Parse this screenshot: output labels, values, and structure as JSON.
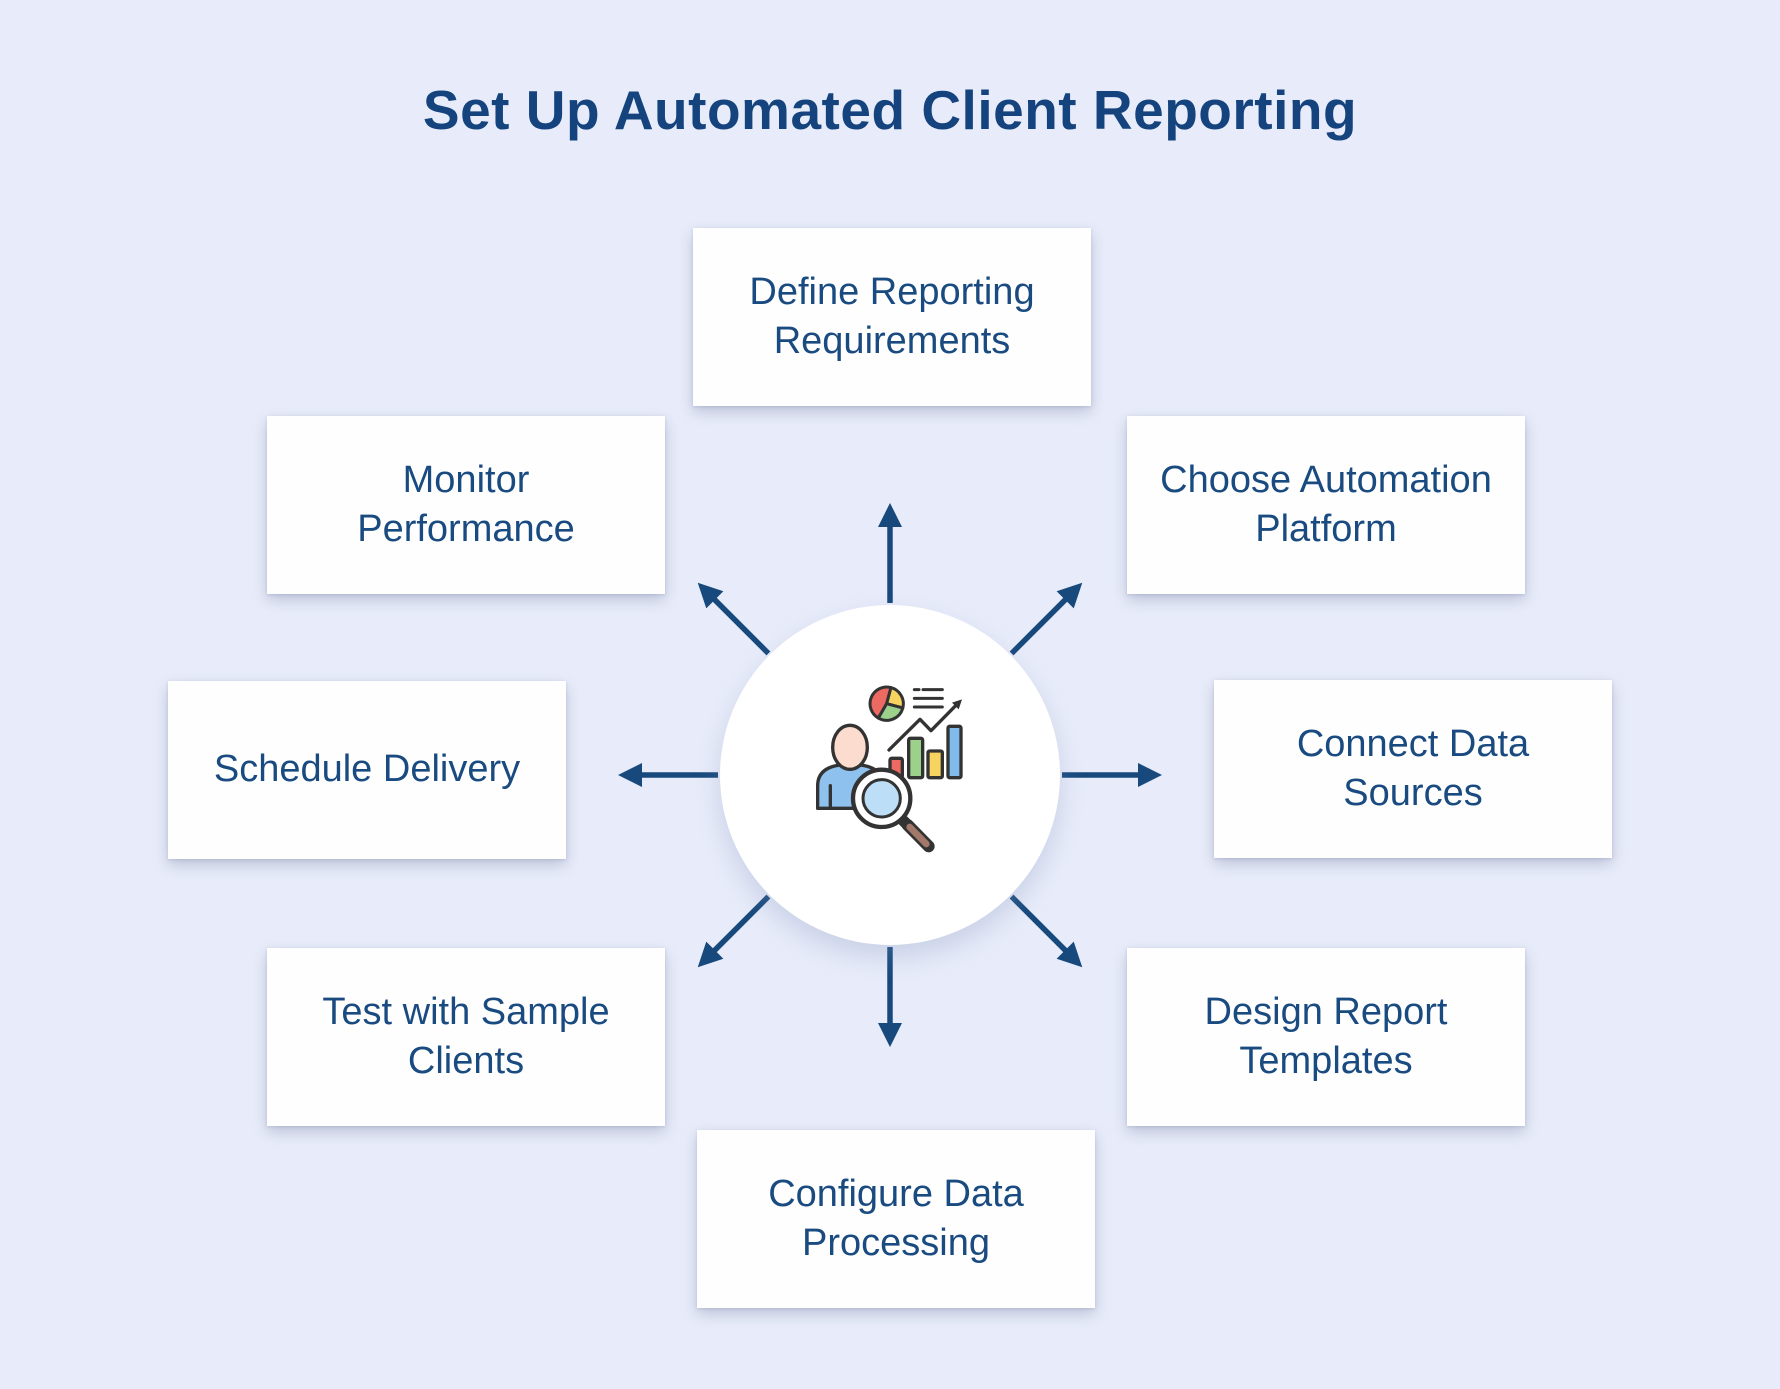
{
  "title": "Set Up Automated Client Reporting",
  "diagram": {
    "type": "hub-and-spoke",
    "center": {
      "icon": "analyst-with-charts-and-magnifier-icon"
    },
    "steps": [
      {
        "id": "define-reporting-requirements",
        "label": "Define Reporting Requirements",
        "position": "top",
        "arrow_direction": "up"
      },
      {
        "id": "choose-automation-platform",
        "label": "Choose Automation Platform",
        "position": "top-right",
        "arrow_direction": "up-right"
      },
      {
        "id": "connect-data-sources",
        "label": "Connect Data Sources",
        "position": "right",
        "arrow_direction": "right"
      },
      {
        "id": "design-report-templates",
        "label": "Design Report Templates",
        "position": "bottom-right",
        "arrow_direction": "down-right"
      },
      {
        "id": "configure-data-processing",
        "label": "Configure Data Processing",
        "position": "bottom",
        "arrow_direction": "down"
      },
      {
        "id": "test-with-sample-clients",
        "label": "Test with Sample Clients",
        "position": "bottom-left",
        "arrow_direction": "down-left"
      },
      {
        "id": "schedule-delivery",
        "label": "Schedule Delivery",
        "position": "left",
        "arrow_direction": "left"
      },
      {
        "id": "monitor-performance",
        "label": "Monitor Performance",
        "position": "top-left",
        "arrow_direction": "up-left"
      }
    ]
  },
  "colors": {
    "background": "#e8ecfa",
    "card": "#fefefe",
    "title_text": "#14437d",
    "node_text": "#1a4b80",
    "arrow": "#17497d",
    "icon_outline": "#333333",
    "icon_red": "#ed6a62",
    "icon_yellow": "#f6d45f",
    "icon_green": "#9bd18a",
    "icon_blue": "#7fbcec",
    "icon_shirt": "#8ec1ee",
    "icon_skin": "#fcdcce",
    "icon_lens": "#bcdef6",
    "icon_handle": "#a1786a"
  }
}
